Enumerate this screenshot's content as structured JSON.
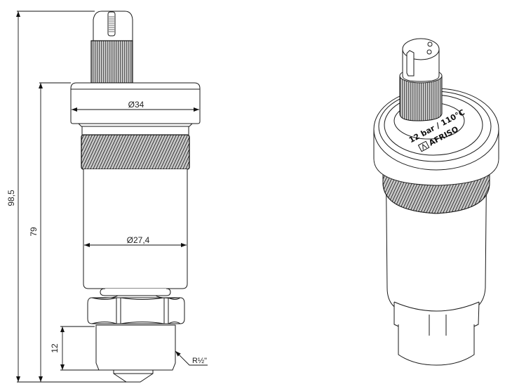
{
  "drawing": {
    "subject": "automatic air vent valve",
    "views": [
      "front-elevation",
      "isometric"
    ],
    "dimensions": {
      "overall_height": "98,5",
      "body_height": "79",
      "cap_diameter": "Ø34",
      "body_diameter": "Ø27,4",
      "thread_length": "12",
      "thread_spec": "R½\""
    },
    "iso_markings": {
      "rating": "12 bar / 110°C",
      "brand": "AFRISO"
    },
    "colors": {
      "line": "#1a1a1a",
      "background": "#ffffff"
    }
  }
}
